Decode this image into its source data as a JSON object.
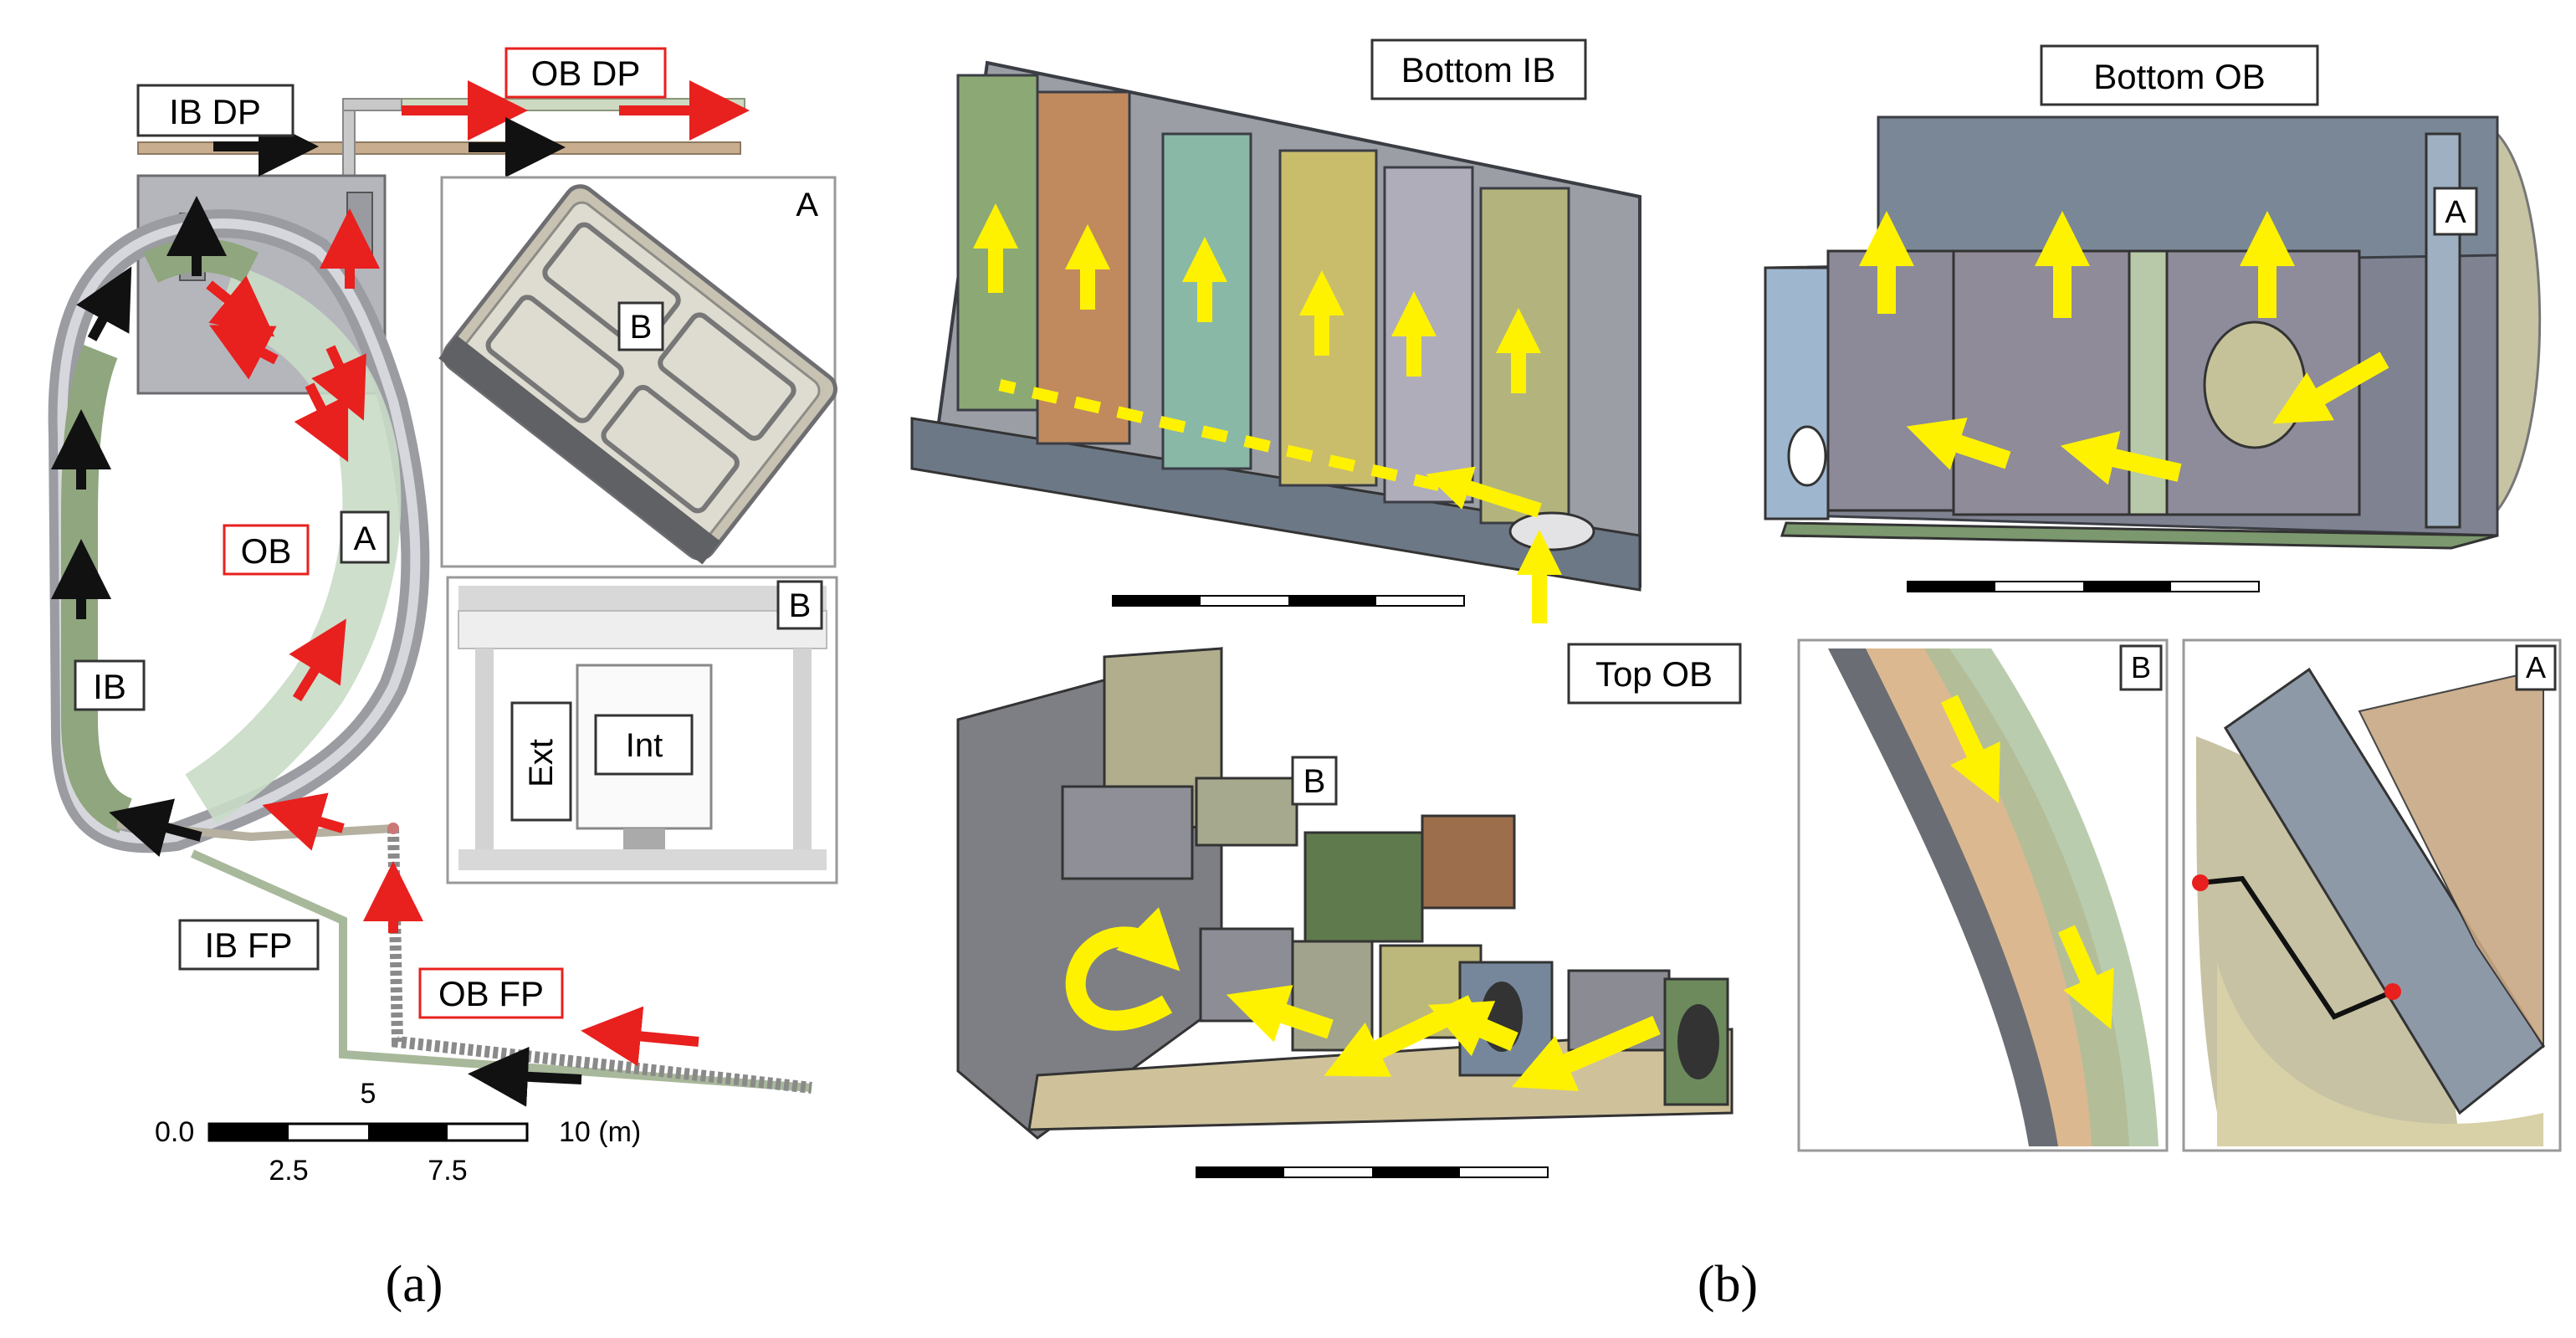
{
  "panel_a": {
    "labels": {
      "ib_dp": "IB DP",
      "ob_dp": "OB DP",
      "ob": "OB",
      "ib": "IB",
      "ib_fp": "IB FP",
      "ob_fp": "OB FP",
      "a": "A",
      "b": "B"
    },
    "inset_a": {
      "label_a": "A",
      "label_b": "B"
    },
    "inset_b": {
      "label_b": "B",
      "ext": "Ext",
      "int": "Int"
    },
    "scale": {
      "t0": "0.0",
      "t25": "2.5",
      "t5": "5",
      "t75": "7.5",
      "t10": "10 (m)"
    },
    "caption": "(a)"
  },
  "panel_b": {
    "bottom_ib": {
      "title": "Bottom IB"
    },
    "bottom_ob": {
      "title": "Bottom OB",
      "label_a": "A"
    },
    "top_ob": {
      "title": "Top OB",
      "label_b": "B"
    },
    "detail_b": {
      "label": "B"
    },
    "detail_a": {
      "label": "A"
    },
    "caption": "(b)"
  },
  "colors": {
    "flow_red": "#e8201e",
    "flow_black": "#111111",
    "flow_yellow": "#fff200",
    "label_red_border": "#e8201e"
  }
}
